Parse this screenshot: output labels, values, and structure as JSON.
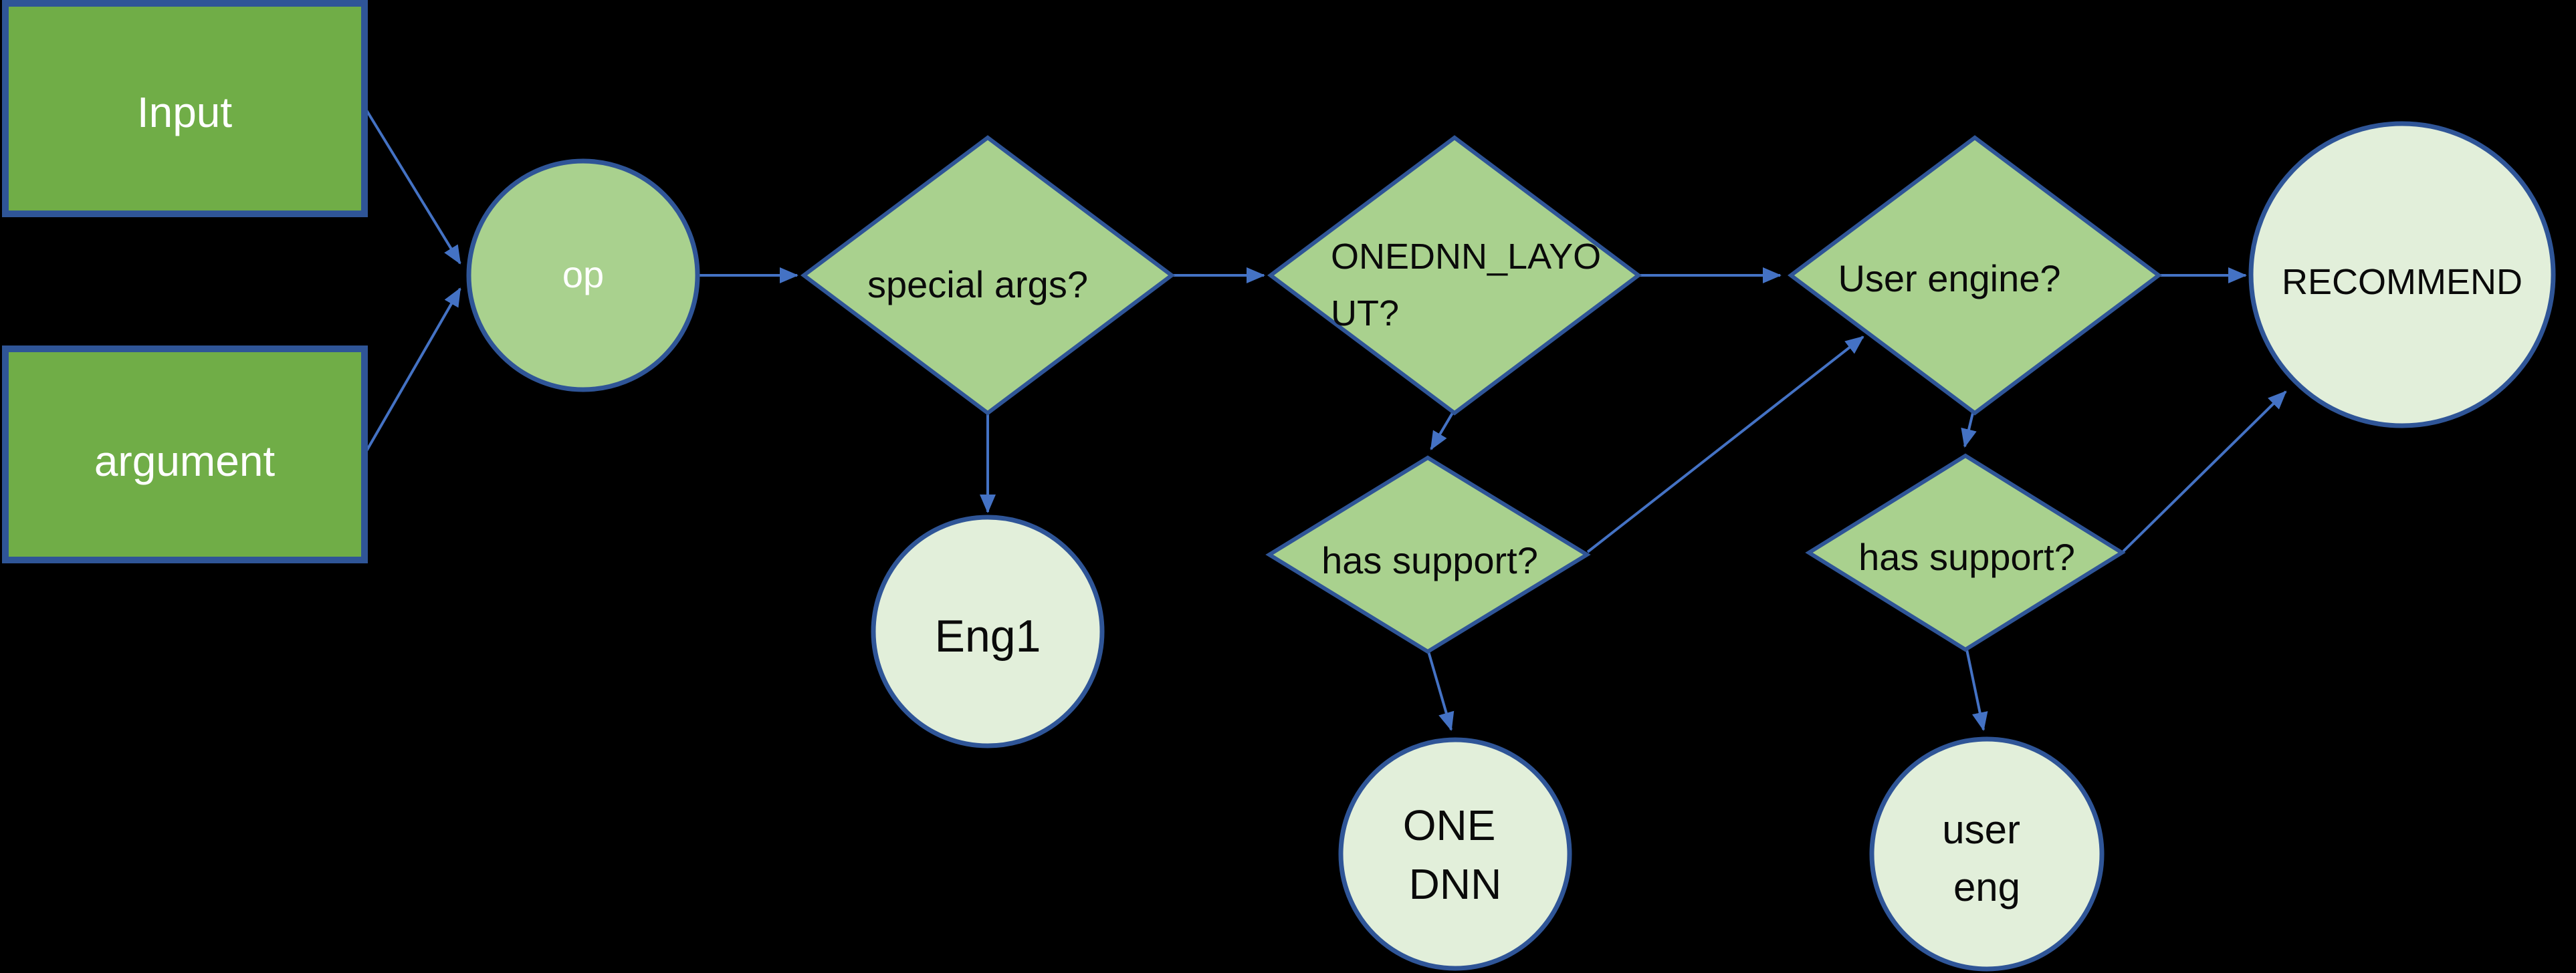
{
  "diagram": {
    "title": "op engine selection flowchart",
    "background": "#000000",
    "colors": {
      "node_fill_bright": "#70AD47",
      "node_fill_medium": "#A9D18E",
      "node_fill_pale": "#E2EFDA",
      "node_border": "#2F5597",
      "arrow": "#4472C4",
      "text_light": "#FFFFFF",
      "text_dark": "#0A0A0A",
      "background": "#000000"
    },
    "nodes": {
      "input_box": {
        "type": "rectangle",
        "label": "Input"
      },
      "argument_box": {
        "type": "rectangle",
        "label": "argument"
      },
      "op_circle": {
        "type": "circle",
        "label": "op"
      },
      "special_args": {
        "type": "decision",
        "label": "special args?"
      },
      "onednn_layout": {
        "type": "decision",
        "label": "ONEDNN_LAYOUT?",
        "line1": "ONEDNN_LAYO",
        "line2": "UT?"
      },
      "user_engine": {
        "type": "decision",
        "label": "User engine?"
      },
      "recommend": {
        "type": "terminal",
        "label": "RECOMMEND"
      },
      "eng1": {
        "type": "terminal",
        "label": "Eng1"
      },
      "has_support_1": {
        "type": "decision",
        "label": "has support?"
      },
      "onednn": {
        "type": "terminal",
        "label": "ONE DNN",
        "line1": "ONE",
        "line2": "DNN"
      },
      "has_support_2": {
        "type": "decision",
        "label": "has support?"
      },
      "user_eng": {
        "type": "terminal",
        "label": "user eng",
        "line1": "user",
        "line2": "eng"
      }
    },
    "edges": [
      {
        "from": "input_box",
        "to": "op_circle"
      },
      {
        "from": "argument_box",
        "to": "op_circle"
      },
      {
        "from": "op_circle",
        "to": "special_args"
      },
      {
        "from": "special_args",
        "to": "onednn_layout"
      },
      {
        "from": "special_args",
        "to": "eng1"
      },
      {
        "from": "onednn_layout",
        "to": "user_engine"
      },
      {
        "from": "onednn_layout",
        "to": "has_support_1"
      },
      {
        "from": "has_support_1",
        "to": "onednn"
      },
      {
        "from": "has_support_1",
        "to": "user_engine"
      },
      {
        "from": "user_engine",
        "to": "recommend"
      },
      {
        "from": "user_engine",
        "to": "has_support_2"
      },
      {
        "from": "has_support_2",
        "to": "user_eng"
      },
      {
        "from": "has_support_2",
        "to": "recommend"
      }
    ]
  }
}
